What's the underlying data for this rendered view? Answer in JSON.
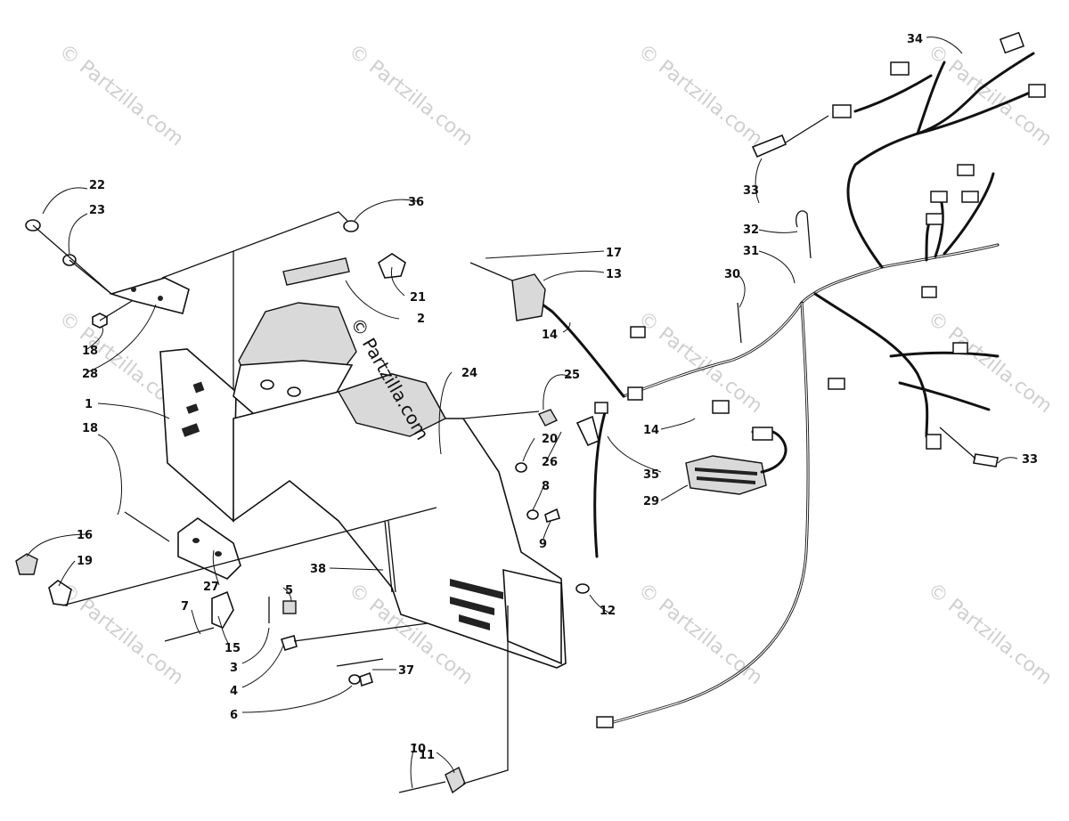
{
  "watermark": {
    "text": "© Partzilla.com"
  },
  "callouts": [
    {
      "id": "c1",
      "text": "1"
    },
    {
      "id": "c2",
      "text": "2"
    },
    {
      "id": "c3",
      "text": "3"
    },
    {
      "id": "c4",
      "text": "4"
    },
    {
      "id": "c5",
      "text": "5"
    },
    {
      "id": "c6",
      "text": "6"
    },
    {
      "id": "c7",
      "text": "7"
    },
    {
      "id": "c8",
      "text": "8"
    },
    {
      "id": "c9",
      "text": "9"
    },
    {
      "id": "c10",
      "text": "10"
    },
    {
      "id": "c11",
      "text": "11"
    },
    {
      "id": "c12",
      "text": "12"
    },
    {
      "id": "c13",
      "text": "13"
    },
    {
      "id": "c14a",
      "text": "14"
    },
    {
      "id": "c14b",
      "text": "14"
    },
    {
      "id": "c15",
      "text": "15"
    },
    {
      "id": "c16",
      "text": "16"
    },
    {
      "id": "c17",
      "text": "17"
    },
    {
      "id": "c18a",
      "text": "18"
    },
    {
      "id": "c18b",
      "text": "18"
    },
    {
      "id": "c19",
      "text": "19"
    },
    {
      "id": "c20",
      "text": "20"
    },
    {
      "id": "c21",
      "text": "21"
    },
    {
      "id": "c22",
      "text": "22"
    },
    {
      "id": "c23",
      "text": "23"
    },
    {
      "id": "c24",
      "text": "24"
    },
    {
      "id": "c25",
      "text": "25"
    },
    {
      "id": "c26",
      "text": "26"
    },
    {
      "id": "c27",
      "text": "27"
    },
    {
      "id": "c28",
      "text": "28"
    },
    {
      "id": "c29",
      "text": "29"
    },
    {
      "id": "c30",
      "text": "30"
    },
    {
      "id": "c31",
      "text": "31"
    },
    {
      "id": "c32",
      "text": "32"
    },
    {
      "id": "c33a",
      "text": "33"
    },
    {
      "id": "c33b",
      "text": "33"
    },
    {
      "id": "c34",
      "text": "34"
    },
    {
      "id": "c35",
      "text": "35"
    },
    {
      "id": "c36",
      "text": "36"
    },
    {
      "id": "c37",
      "text": "37"
    },
    {
      "id": "c38",
      "text": "38"
    }
  ]
}
